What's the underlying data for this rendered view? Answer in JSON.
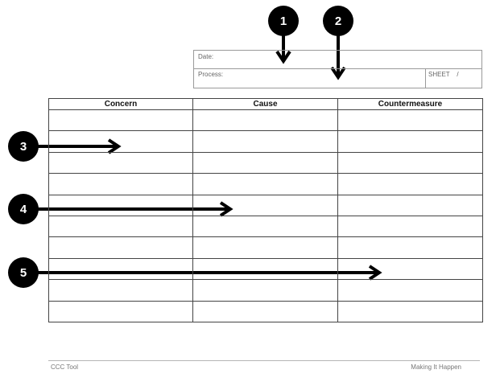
{
  "form": {
    "date_label": "Date:",
    "process_label": "Process:",
    "sheet_label": "SHEET    /"
  },
  "table": {
    "headers": [
      "Concern",
      "Cause",
      "Countermeasure"
    ],
    "row_count": 10
  },
  "footer": {
    "left": "CCC Tool",
    "right": "Making It Happen"
  },
  "callouts": [
    "1",
    "2",
    "3",
    "4",
    "5"
  ]
}
